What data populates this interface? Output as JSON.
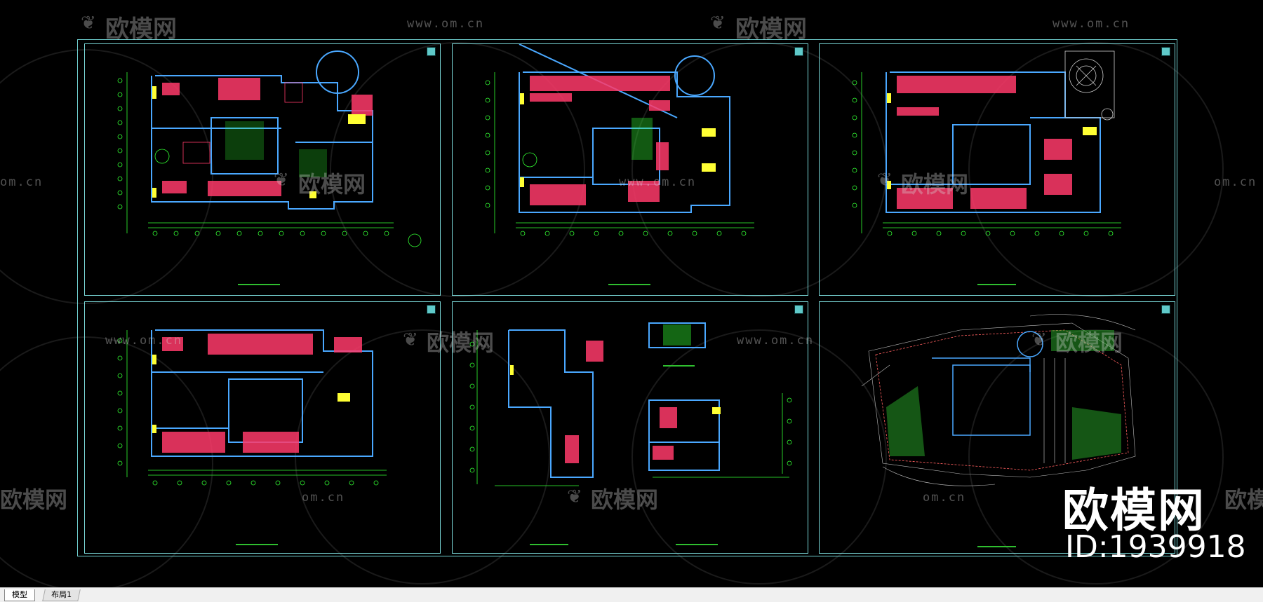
{
  "app": "AutoCAD model space",
  "watermark": {
    "brand": "欧模网",
    "url": "www.om.cn",
    "url_short": "om.cn"
  },
  "overlay": {
    "brand": "欧模网",
    "id_text": "ID:1939918"
  },
  "tabs": [
    {
      "label": "模型",
      "active": true
    },
    {
      "label": "布局1",
      "active": false
    }
  ],
  "colors": {
    "background": "#000000",
    "sheet_border": "#7ad8d8",
    "wall": "#4aa8ff",
    "furniture": "#ff3a6a",
    "grid_axis": "#33ff33",
    "highlight": "#ffff33"
  }
}
